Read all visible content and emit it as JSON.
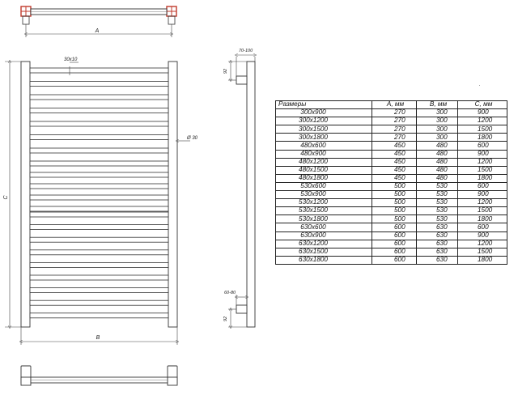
{
  "labels": {
    "dim_a": "A",
    "dim_b": "B",
    "dim_c": "C",
    "bar_section": "30x10",
    "tube_diameter": "Ø 30",
    "wall_offset": "70-100",
    "top_height": "92",
    "bottom_offset": "60-80",
    "bottom_height": "92",
    "dot": "."
  },
  "table": {
    "headers": [
      "Размеры",
      "A, мм",
      "B, мм",
      "C, мм"
    ],
    "rows": [
      [
        "300x900",
        "270",
        "300",
        "900"
      ],
      [
        "300x1200",
        "270",
        "300",
        "1200"
      ],
      [
        "300x1500",
        "270",
        "300",
        "1500"
      ],
      [
        "300x1800",
        "270",
        "300",
        "1800"
      ],
      [
        "480x600",
        "450",
        "480",
        "600"
      ],
      [
        "480x900",
        "450",
        "480",
        "900"
      ],
      [
        "480x1200",
        "450",
        "480",
        "1200"
      ],
      [
        "480x1500",
        "450",
        "480",
        "1500"
      ],
      [
        "480x1800",
        "450",
        "480",
        "1800"
      ],
      [
        "530x600",
        "500",
        "530",
        "600"
      ],
      [
        "530x900",
        "500",
        "530",
        "900"
      ],
      [
        "530x1200",
        "500",
        "530",
        "1200"
      ],
      [
        "530x1500",
        "500",
        "530",
        "1500"
      ],
      [
        "530x1800",
        "500",
        "530",
        "1800"
      ],
      [
        "630x600",
        "600",
        "630",
        "600"
      ],
      [
        "630x900",
        "600",
        "630",
        "900"
      ],
      [
        "630x1200",
        "600",
        "630",
        "1200"
      ],
      [
        "630x1500",
        "600",
        "630",
        "1500"
      ],
      [
        "630x1800",
        "600",
        "630",
        "1800"
      ]
    ]
  },
  "colors": {
    "line": "#333333",
    "dim_line": "#444444",
    "valve_red": "#c0392b"
  }
}
